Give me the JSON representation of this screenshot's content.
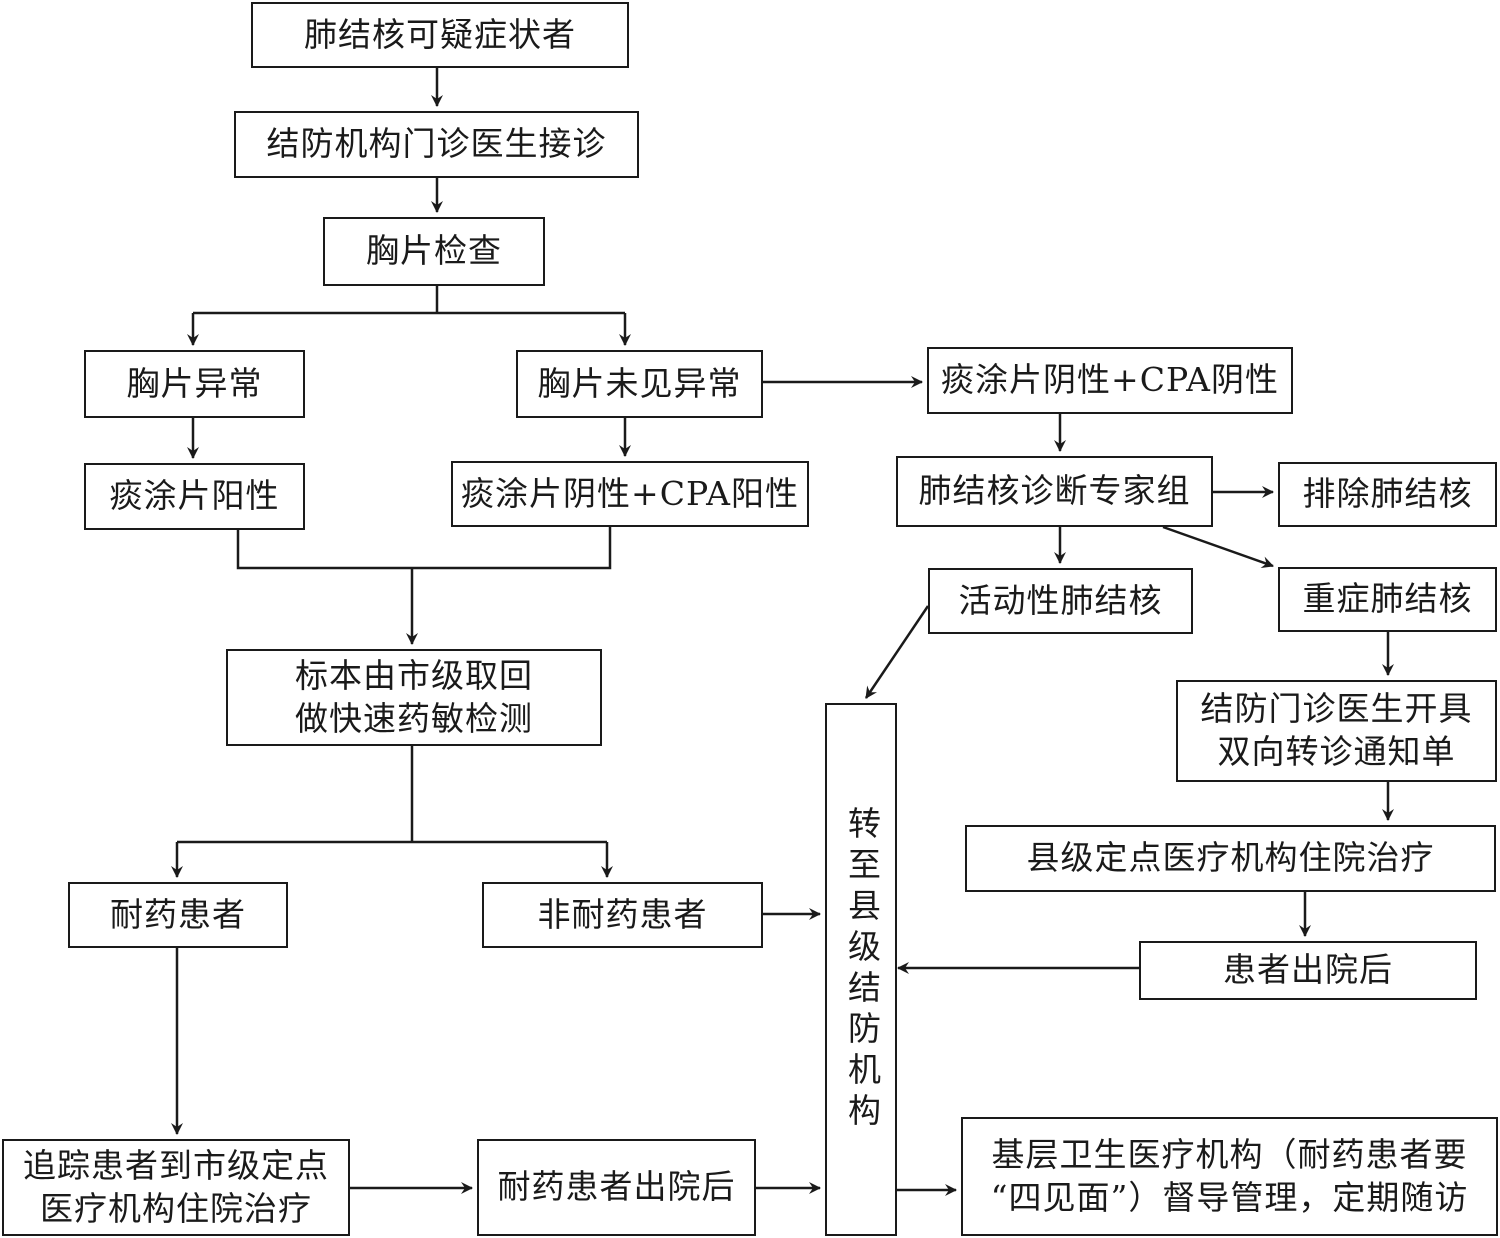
{
  "nodes": {
    "suspect": "肺结核可疑症状者",
    "clinic": "结防机构门诊医生接诊",
    "xray": "胸片检查",
    "xray_abnormal": "胸片异常",
    "xray_normal": "胸片未见异常",
    "sputum_neg_cpa_neg": "痰涂片阴性+CPA阴性",
    "sputum_pos": "痰涂片阳性",
    "sputum_neg_cpa_pos": "痰涂片阴性+CPA阳性",
    "expert_group": "肺结核诊断专家组",
    "exclude_tb": "排除肺结核",
    "active_tb": "活动性肺结核",
    "severe_tb": "重症肺结核",
    "sample_test": "标本由市级取回\n做快速药敏检测",
    "referral_notice": "结防门诊医生开具\n双向转诊通知单",
    "county_hospital": "县级定点医疗机构住院治疗",
    "drug_resistant": "耐药患者",
    "non_resistant": "非耐药患者",
    "discharged": "患者出院后",
    "transfer_county": "转至县级结防机构",
    "track_city": "追踪患者到市级定点\n医疗机构住院治疗",
    "resistant_discharged": "耐药患者出院后",
    "primary_care": "基层卫生医疗机构（耐药患者要\n“四见面”）督导管理，定期随访"
  }
}
